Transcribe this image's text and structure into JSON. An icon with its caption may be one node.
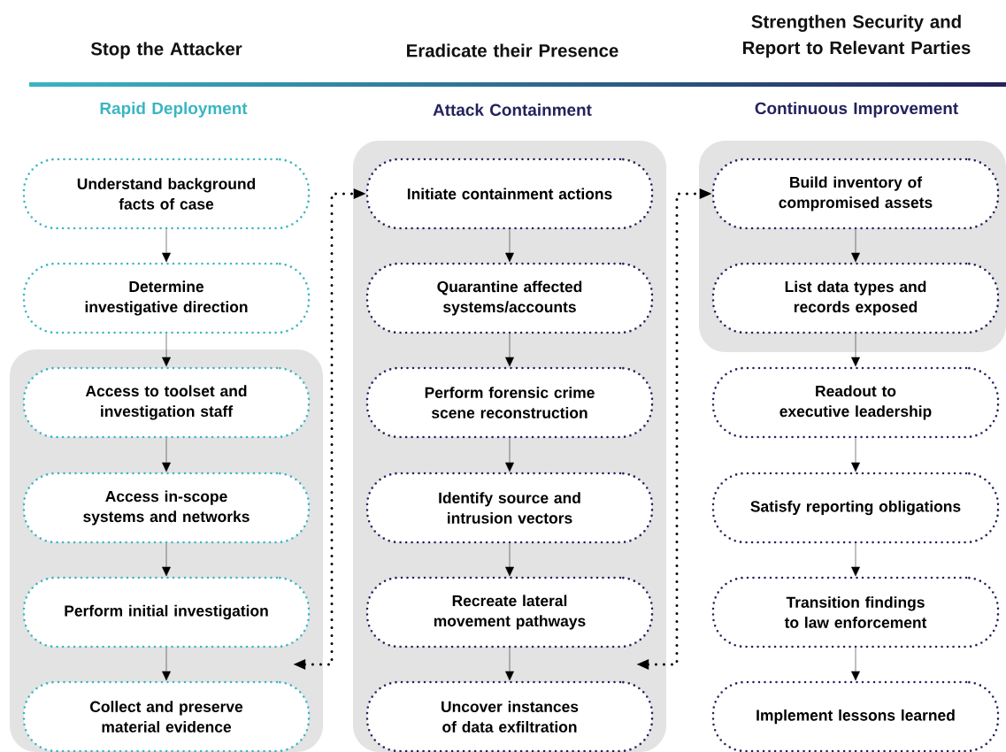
{
  "diagram": {
    "nodes": [
      {
        "text": [
          "Understand background facts of case"
        ]
      },
      {
        "text": [
          "Determine investigative direction"
        ]
      },
      {
        "text": [],
        "shape": "box"
      },
      {
        "text": [
          "Access to toolset and investigation staff"
        ],
        "in": 2
      },
      {
        "text": [
          "Access in-scope systems and networks"
        ],
        "in": 2
      },
      {
        "text": [
          "Perform initial investigation"
        ],
        "in": 2
      },
      {
        "text": [
          "Collect and preserve material evidence"
        ],
        "in": 2
      },
      {
        "text": [],
        "shape": "box"
      },
      {
        "text": [
          "Initiate containment actions"
        ],
        "in": 7
      },
      {
        "text": [
          "Quarantine affected systems/accounts"
        ],
        "in": 7
      },
      {
        "text": [
          "Perform forensic crime scene reconstruction"
        ],
        "in": 7
      },
      {
        "text": [
          "Identify source and intrusion vectors"
        ],
        "in": 7
      },
      {
        "text": [
          "Recreate lateral movement pathways"
        ],
        "in": 7
      },
      {
        "text": [
          "Uncover instances of data exfiltration"
        ],
        "in": 7
      },
      {
        "text": [],
        "shape": "box"
      },
      {
        "text": [
          "Build inventory of compromised assets"
        ],
        "in": 14
      },
      {
        "text": [
          "List data types and records exposed"
        ],
        "in": 14
      },
      {
        "text": [
          "Readout to executive leadership"
        ]
      },
      {
        "text": [
          "Satisfy reporting obligations"
        ]
      },
      {
        "text": [
          "Transition findings to law enforcement"
        ]
      },
      {
        "text": [
          "Implement lessons learned"
        ]
      }
    ],
    "edges": [
      {
        "from": 0,
        "to": 1,
        "arrow": "to"
      },
      {
        "from": 1,
        "to": 3,
        "arrow": "to"
      },
      {
        "from": 3,
        "to": 4,
        "arrow": "to"
      },
      {
        "from": 4,
        "to": 5,
        "arrow": "to"
      },
      {
        "from": 5,
        "to": 6,
        "arrow": "to"
      },
      {
        "from": 8,
        "to": 9,
        "arrow": "to"
      },
      {
        "from": 9,
        "to": 10,
        "arrow": "to"
      },
      {
        "from": 10,
        "to": 11,
        "arrow": "to"
      },
      {
        "from": 11,
        "to": 12,
        "arrow": "to"
      },
      {
        "from": 12,
        "to": 13,
        "arrow": "to"
      },
      {
        "from": 15,
        "to": 16,
        "arrow": "to"
      },
      {
        "from": 16,
        "to": 17,
        "arrow": "to"
      },
      {
        "from": 17,
        "to": 18,
        "arrow": "to"
      },
      {
        "from": 18,
        "to": 19,
        "arrow": "to"
      },
      {
        "from": 19,
        "to": 20,
        "arrow": "to"
      },
      {
        "from": 2,
        "to": 8,
        "arrow": "both",
        "style": "dashed"
      },
      {
        "from": 7,
        "to": 15,
        "arrow": "both",
        "style": "dashed"
      }
    ],
    "labels": [
      "Stop the Attacker",
      "Eradicate their Presence",
      "Strengthen Security and Report to Relevant Parties",
      "Rapid Deployment",
      "Attack Containment",
      "Continuous Improvement"
    ]
  }
}
